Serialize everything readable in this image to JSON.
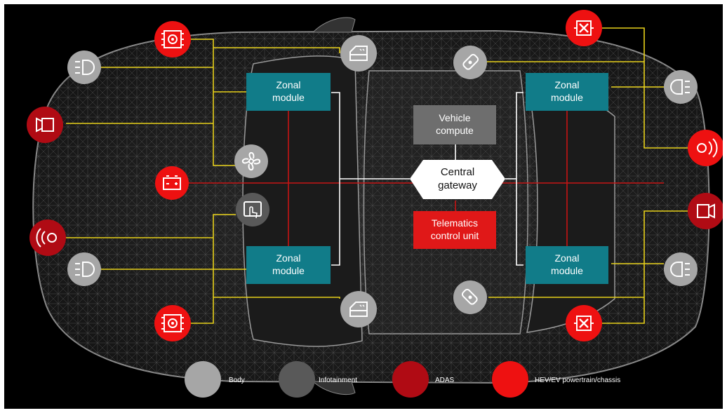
{
  "modules": {
    "zonal_front_left": [
      "Zonal",
      "module"
    ],
    "zonal_front_right": [
      "Zonal",
      "module"
    ],
    "zonal_rear_left": [
      "Zonal",
      "module"
    ],
    "zonal_rear_right": [
      "Zonal",
      "module"
    ],
    "vehicle_compute": [
      "Vehicle",
      "compute"
    ],
    "central_gateway": [
      "Central",
      "gateway"
    ],
    "telematics": [
      "Telematics",
      "control unit"
    ]
  },
  "legend": [
    {
      "label": "Body",
      "color": "#a6a6a6"
    },
    {
      "label": "Infotainment",
      "color": "#595959"
    },
    {
      "label": "ADAS",
      "color": "#b00b14"
    },
    {
      "label": "HEV/EV powertrain/chassis",
      "color": "#ee1111"
    }
  ],
  "colors": {
    "zonal": "#117c89",
    "compute": "#6e6e6e",
    "gateway": "#ffffff",
    "telematics": "#e01818",
    "wire_yellow": "#e8d11a",
    "wire_red": "#c81414",
    "wire_white": "#ffffff",
    "background": "#000000"
  },
  "icons": [
    {
      "name": "ecu-chip-icon",
      "category": "hev"
    },
    {
      "name": "headlight-icon",
      "category": "body"
    },
    {
      "name": "camera-icon",
      "category": "adas"
    },
    {
      "name": "fan-icon",
      "category": "body"
    },
    {
      "name": "battery-icon",
      "category": "hev"
    },
    {
      "name": "touch-panel-icon",
      "category": "infotainment"
    },
    {
      "name": "radar-icon",
      "category": "adas"
    },
    {
      "name": "door-icon",
      "category": "body"
    },
    {
      "name": "key-fob-icon",
      "category": "body"
    },
    {
      "name": "brake-icon",
      "category": "hev"
    },
    {
      "name": "taillight-icon",
      "category": "body"
    }
  ]
}
